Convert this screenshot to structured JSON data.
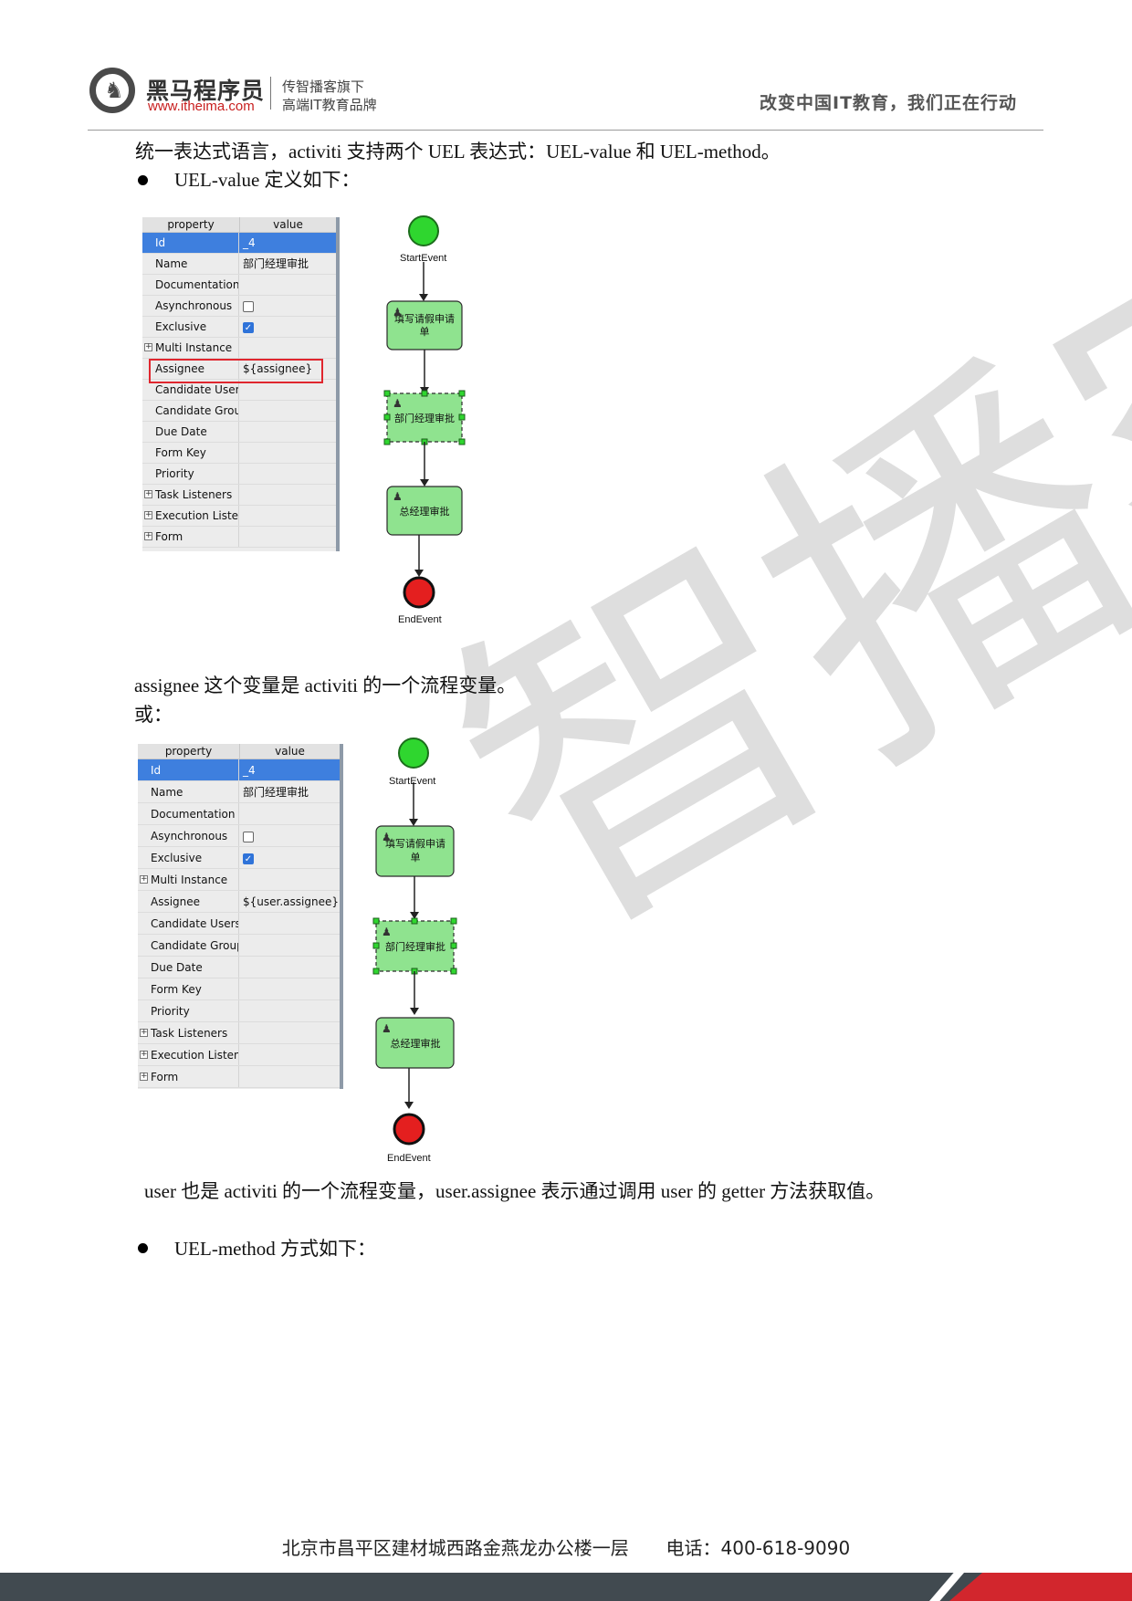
{
  "header": {
    "brand_name": "黑马程序员",
    "brand_url": "www.itheima.com",
    "brand_sub1": "传智播客旗下",
    "brand_sub2": "高端IT教育品牌",
    "slogan": "改变中国IT教育，我们正在行动"
  },
  "watermark": {
    "text": "智播客"
  },
  "body": {
    "intro": "统一表达式语言，activiti 支持两个 UEL 表达式：UEL-value 和 UEL-method。",
    "bullet1": "UEL-value 定义如下：",
    "para_assignee": "assignee 这个变量是 activiti 的一个流程变量。",
    "para_or": "或：",
    "para_user": "user 也是 activiti 的一个流程变量，user.assignee 表示通过调用 user 的 getter 方法获取值。",
    "bullet2": "UEL-method 方式如下："
  },
  "table1": {
    "header": {
      "property": "property",
      "value": "value"
    },
    "rows": [
      {
        "property": "Id",
        "value": "_4"
      },
      {
        "property": "Name",
        "value": "部门经理审批"
      },
      {
        "property": "Documentation",
        "value": ""
      },
      {
        "property": "Asynchronous",
        "value": ""
      },
      {
        "property": "Exclusive",
        "value": ""
      },
      {
        "property": "Multi Instance",
        "value": ""
      },
      {
        "property": "Assignee",
        "value": "${assignee}"
      },
      {
        "property": "Candidate Users",
        "value": ""
      },
      {
        "property": "Candidate Groups",
        "value": ""
      },
      {
        "property": "Due Date",
        "value": ""
      },
      {
        "property": "Form Key",
        "value": ""
      },
      {
        "property": "Priority",
        "value": ""
      },
      {
        "property": "Task Listeners",
        "value": ""
      },
      {
        "property": "Execution Listeners",
        "value": ""
      },
      {
        "property": "Form",
        "value": ""
      }
    ]
  },
  "table2": {
    "header": {
      "property": "property",
      "value": "value"
    },
    "rows": [
      {
        "property": "Id",
        "value": "_4"
      },
      {
        "property": "Name",
        "value": "部门经理审批"
      },
      {
        "property": "Documentation",
        "value": ""
      },
      {
        "property": "Asynchronous",
        "value": ""
      },
      {
        "property": "Exclusive",
        "value": ""
      },
      {
        "property": "Multi Instance",
        "value": ""
      },
      {
        "property": "Assignee",
        "value": "${user.assignee}"
      },
      {
        "property": "Candidate Users",
        "value": ""
      },
      {
        "property": "Candidate Groups",
        "value": ""
      },
      {
        "property": "Due Date",
        "value": ""
      },
      {
        "property": "Form Key",
        "value": ""
      },
      {
        "property": "Priority",
        "value": ""
      },
      {
        "property": "Task Listeners",
        "value": ""
      },
      {
        "property": "Execution Listeners",
        "value": ""
      },
      {
        "property": "Form",
        "value": ""
      }
    ]
  },
  "diagram": {
    "start_label": "StartEvent",
    "end_label": "EndEvent",
    "task1_line1": "填写请假申请",
    "task1_line2": "单",
    "task2": "部门经理审批",
    "task3": "总经理审批"
  },
  "colors": {
    "start": "#2fd62f",
    "end": "#e41f1f",
    "task_fill": "#8fe38f",
    "selected_row": "#3e7fde",
    "highlight_box": "#e0262e",
    "footer_dark": "#414a50",
    "footer_red": "#d2262d"
  },
  "footer": {
    "address": "北京市昌平区建材城西路金燕龙办公楼一层",
    "phone": "电话：400-618-9090"
  }
}
